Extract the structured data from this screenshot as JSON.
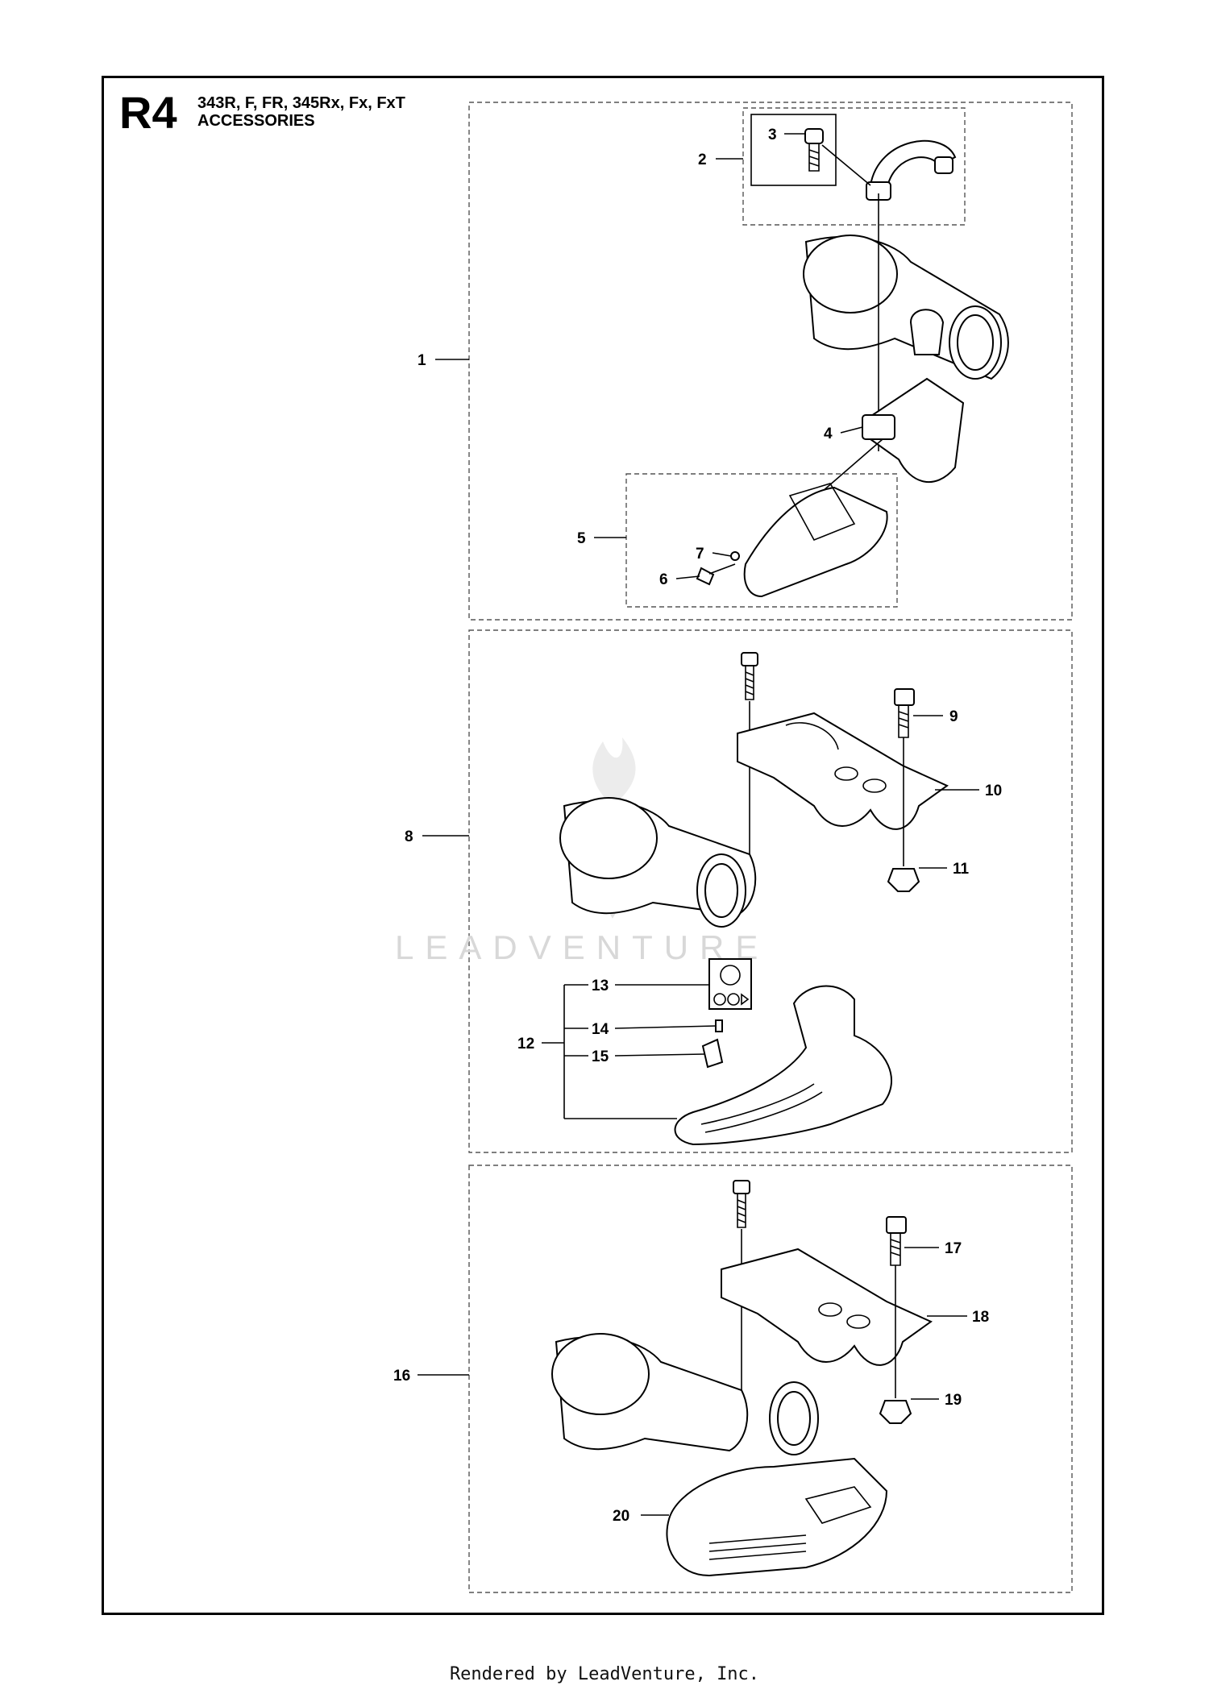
{
  "sheet": {
    "code": "R4",
    "models": "343R, F, FR, 345Rx, Fx, FxT",
    "title": "ACCESSORIES"
  },
  "callouts": {
    "c1": "1",
    "c2": "2",
    "c3": "3",
    "c4": "4",
    "c5": "5",
    "c6": "6",
    "c7": "7",
    "c8": "8",
    "c9": "9",
    "c10": "10",
    "c11": "11",
    "c12": "12",
    "c13": "13",
    "c14": "14",
    "c15": "15",
    "c16": "16",
    "c17": "17",
    "c18": "18",
    "c19": "19",
    "c20": "20"
  },
  "watermark": "LEADVENTURE",
  "footer": "Rendered by LeadVenture, Inc."
}
